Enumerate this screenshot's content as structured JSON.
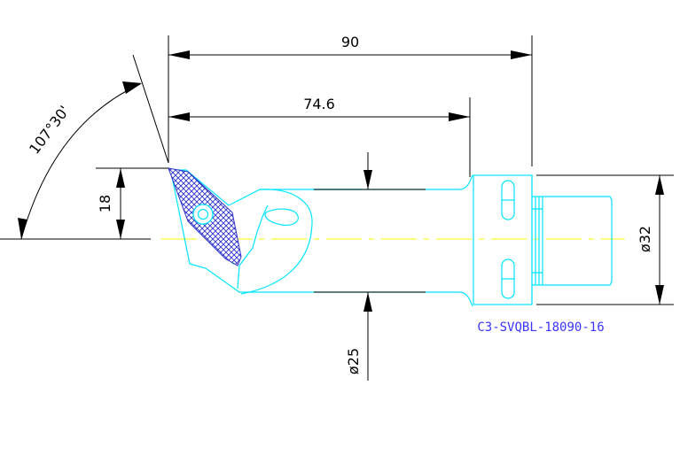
{
  "dimensions": {
    "overall_length": "90",
    "inner_length": "74.6",
    "angle": "107°30'",
    "height": "18",
    "shank_diameter": "ø25",
    "clamp_diameter": "ø32"
  },
  "part_number": "C3-SVQBL-18090-16",
  "colors": {
    "background": "#ffffff",
    "dimension": "#000000",
    "outline": "#00e5ff",
    "centerline": "#ffff00",
    "insert_hatch": "#2a30c8",
    "part_label": "#3a35ff"
  }
}
